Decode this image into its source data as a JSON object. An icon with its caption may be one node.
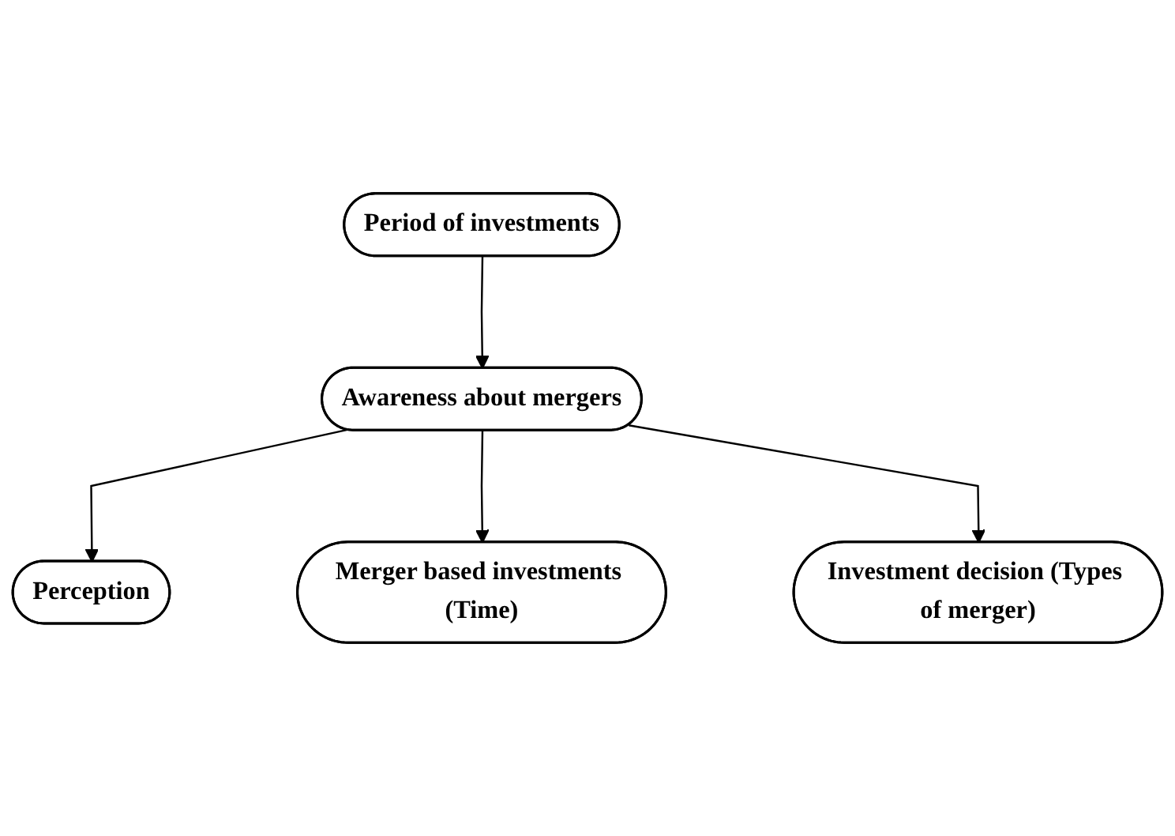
{
  "diagram": {
    "nodes": [
      {
        "text": [
          "Period of investments"
        ]
      },
      {
        "text": [
          "Perception"
        ]
      },
      {
        "text": [
          "Awareness about mergers"
        ]
      },
      {
        "text": [
          "Merger based investments (Time)"
        ]
      },
      {
        "text": [
          "Investment decision (Types of merger)"
        ]
      }
    ],
    "edges": [
      {
        "from": 0,
        "to": 2,
        "arrow": "to"
      },
      {
        "from": 2,
        "to": 1,
        "arrow": "to"
      },
      {
        "from": 2,
        "to": 3,
        "arrow": "to"
      },
      {
        "from": 2,
        "to": 4,
        "arrow": "to"
      }
    ]
  }
}
